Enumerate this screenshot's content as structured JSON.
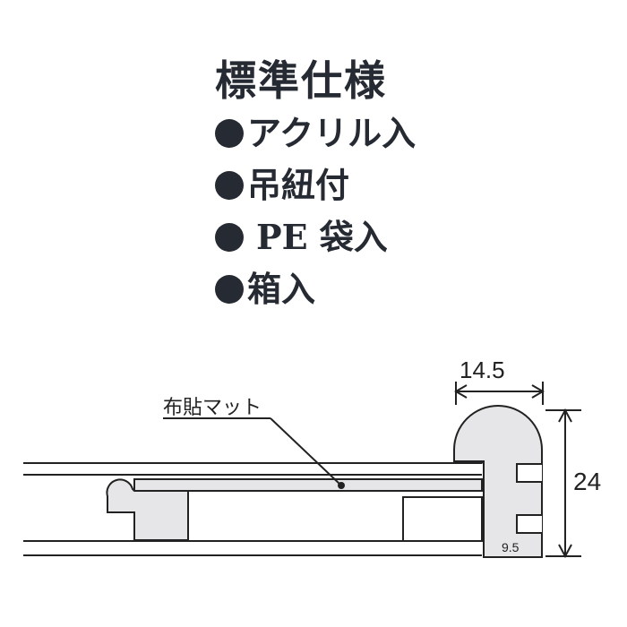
{
  "spec": {
    "title": "標準仕様",
    "items": [
      {
        "label": "アクリル入"
      },
      {
        "label": "吊紐付"
      },
      {
        "label": "PE 袋入"
      },
      {
        "label": "箱入"
      }
    ]
  },
  "diagram": {
    "callout_label": "布貼マット",
    "dim_width": "14.5",
    "dim_height": "24",
    "dim_inner": "9.5",
    "colors": {
      "line": "#222222",
      "fill": "#e6e6e8",
      "text": "#262a33"
    }
  }
}
